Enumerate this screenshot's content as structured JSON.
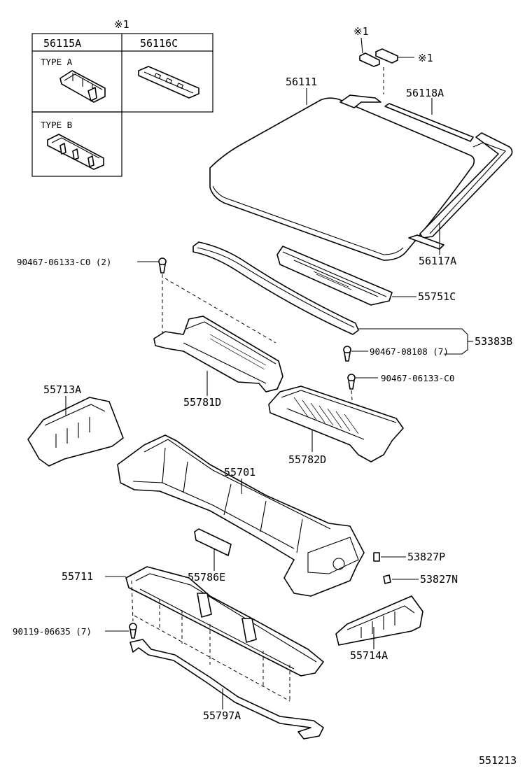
{
  "inset": {
    "note_mark": "※1",
    "col1_header": "56115A",
    "col2_header": "56116C",
    "type_a_label": "TYPE  A",
    "type_b_label": "TYPE  B"
  },
  "clips": {
    "mark_left": "※1",
    "mark_right": "※1"
  },
  "parts": {
    "p56111": "56111",
    "p56118A": "56118A",
    "p56117A": "56117A",
    "p55751C": "55751C",
    "p53383B": "53383B",
    "b90467_08108": "90467-08108 (7)",
    "b90467_06133_c0_2": "90467-06133-C0 (2)",
    "b90467_06133_c0": "90467-06133-C0",
    "p55781D": "55781D",
    "p55782D": "55782D",
    "p55713A": "55713A",
    "p55701": "55701",
    "p55786E": "55786E",
    "p55711": "55711",
    "p53827P": "53827P",
    "p53827N": "53827N",
    "b90119_06635": "90119-06635 (7)",
    "p55714A": "55714A",
    "p55797A": "55797A"
  },
  "diagram_number": "551213"
}
